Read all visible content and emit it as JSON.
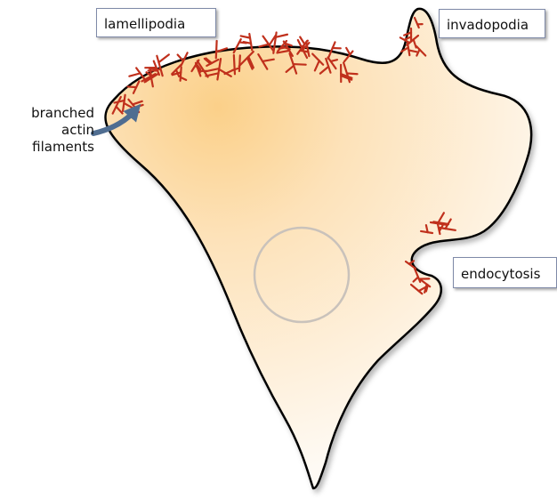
{
  "labels": {
    "lamellipodia": "lamellipodia",
    "invadopodia": "invadopodia",
    "endocytosis": "endocytosis",
    "branched_actin": [
      "branched",
      "actin",
      "filaments"
    ]
  },
  "colors": {
    "cell_fill_center": "#fbd089",
    "cell_fill_edge": "#fdf6ec",
    "cell_outline": "#000000",
    "actin": "#c0301c",
    "arrow": "#4f6d91",
    "nucleus": "#c9c2bb",
    "callout_border": "#7f8aa8"
  },
  "icons": {
    "arrow": "curved-arrow-icon",
    "actin": "branched-filament-icon"
  }
}
